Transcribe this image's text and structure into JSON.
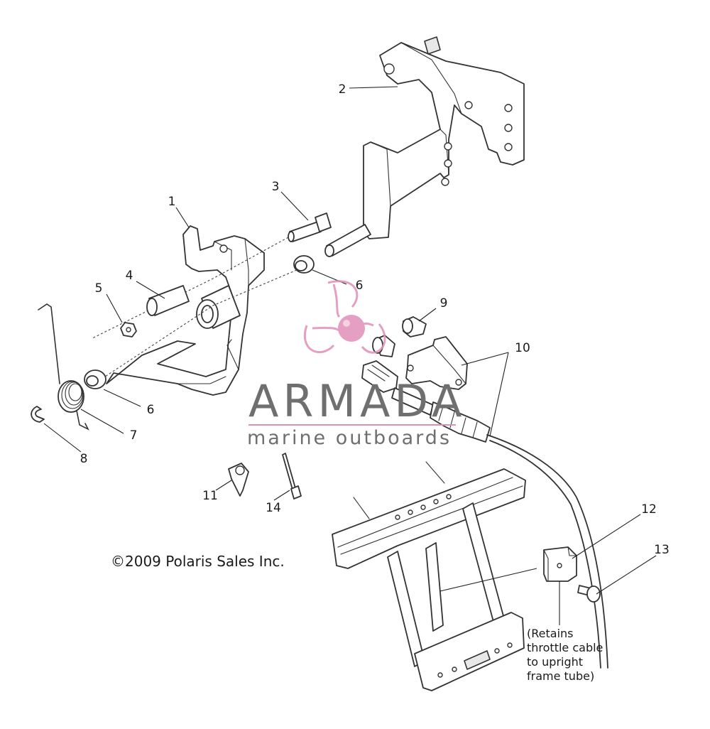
{
  "diagram": {
    "callouts": [
      {
        "id": "1",
        "label": "1"
      },
      {
        "id": "2",
        "label": "2"
      },
      {
        "id": "3",
        "label": "3"
      },
      {
        "id": "4",
        "label": "4"
      },
      {
        "id": "5",
        "label": "5"
      },
      {
        "id": "6a",
        "label": "6"
      },
      {
        "id": "6b",
        "label": "6"
      },
      {
        "id": "7",
        "label": "7"
      },
      {
        "id": "8",
        "label": "8"
      },
      {
        "id": "9",
        "label": "9"
      },
      {
        "id": "10",
        "label": "10"
      },
      {
        "id": "11",
        "label": "11"
      },
      {
        "id": "12",
        "label": "12"
      },
      {
        "id": "13",
        "label": "13"
      },
      {
        "id": "14",
        "label": "14"
      }
    ],
    "note_lines": [
      "(Retains",
      "throttle cable",
      "to upright",
      "frame tube)"
    ],
    "copyright": "©2009 Polaris Sales Inc."
  },
  "watermark": {
    "title": "ARMADA",
    "subtitle": "marine outboards",
    "color": "#e08fb8"
  },
  "colors": {
    "line": "#333333",
    "watermark_text": "#6f6f6f",
    "logo_pink": "#e08fb8"
  }
}
